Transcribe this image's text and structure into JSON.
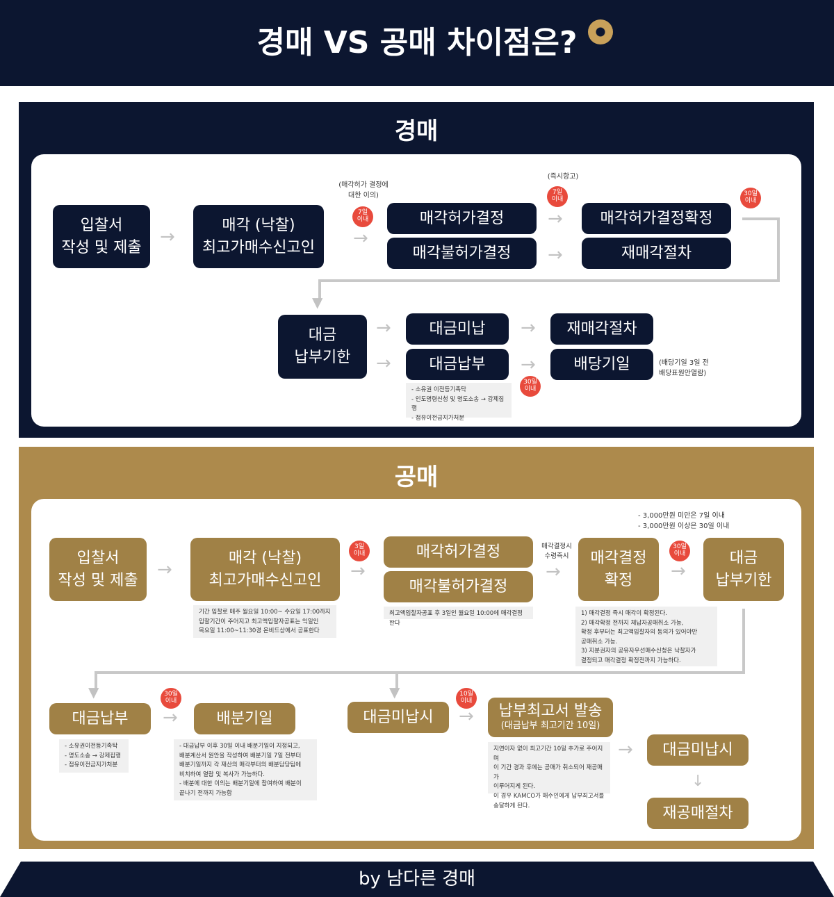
{
  "header": {
    "title": "경매 VS 공매 차이점은?"
  },
  "auction": {
    "title": "경매",
    "boxes": {
      "bid": "입찰서\n작성 및 제출",
      "sale": "매각 (낙찰)\n최고가매수신고인",
      "approve": "매각허가결정",
      "reject": "매각불허가결정",
      "confirm": "매각허가결정확정",
      "resale1": "재매각절차",
      "deadline": "대금\n납부기한",
      "unpaid": "대금미납",
      "paid": "대금납부",
      "resale2": "재매각절차",
      "dividend": "배당기일"
    },
    "notes": {
      "objection": "(매각허가 결정에\n대한 이의)",
      "appeal": "(즉시항고)",
      "dividend": "(배당기일 3일 전\n배당표원안열람)",
      "after_payment": "- 소유권 이전등기촉탁\n- 인도명령신청 및 명도소송 → 강제집행\n- 점유이전금지가처분"
    },
    "badges": {
      "b1": "7일\n이내",
      "b2": "7일\n이내",
      "b3": "30일\n이내",
      "b4": "30일\n이내"
    }
  },
  "public": {
    "title": "공매",
    "boxes": {
      "bid": "입찰서\n작성 및 제출",
      "sale": "매각 (낙찰)\n최고가매수신고인",
      "approve": "매각허가결정",
      "reject": "매각불허가결정",
      "confirm": "매각결정\n확정",
      "deadline": "대금\n납부기한",
      "paid": "대금납부",
      "distribution": "배분기일",
      "unpaid": "대금미납시",
      "notice": "납부최고서 발송",
      "notice_sub": "(대금납부 최고기간 10일)",
      "unpaid2": "대금미납시",
      "republic": "재공매절차"
    },
    "notes": {
      "price_rule": "- 3,000만원 미만은 7일 이내\n- 3,000만원 이상은 30일 이내",
      "immediate": "매각결정시\n수령즉시",
      "bid_period": "기간 입찰로 매주 월요일 10:00~ 수요일 17:00까지\n입찰기간이 주어지고 최고액입찰자공표는 익일인\n목요일 11:00~11:30경 온비드상에서 공표한다",
      "decision": "최고액입찰자공표 후 3일인 월요일 10:00에 매각결정한다",
      "confirm_detail": "1) 매각결정 즉시 매각이 확정된다.\n2) 매각확정 전까지 체납자공매취소 가능,\n    확정 후부터는 최고액입찰자의 동의가 있어야만\n    공매취소 가능.\n3) 지분권자의 공유자우선매수신청은 낙찰자가\n    결정되고 매각결정 확정전까지 가능하다.",
      "after_payment": "- 소유권이전등기촉탁\n- 명도소송 → 강제집행\n- 점유이전금지가처분",
      "distribution_detail": "- 대금납부 이후 30일 이내 배분기일이 지정되고,\n   배분계산서 원안을 작성하여 배분기일 7일 전부터\n   배분기일까지 각 재산의 매각부터의 배분담당팀에\n   비치하여 열람 및 복사가 가능하다.\n- 배분에 대한 이의는 배분기일에 참여하여 배분이\n   끝나기 전까지 가능함",
      "notice_detail": "지연이자 없이 최고기간 10일 추가로 주어지며\n이 기간 경과 후에는 공매가 취소되어 재공매가\n이루어지게 된다.\n이 경우 KAMCO가 매수인에게 납부최고서를\n송달하게 된다."
    },
    "badges": {
      "b1": "3일\n이내",
      "b2": "30일\n이내",
      "b3": "30일\n이내",
      "b4": "10일\n이내"
    }
  },
  "footer": {
    "text": "by 남다른 경매"
  }
}
